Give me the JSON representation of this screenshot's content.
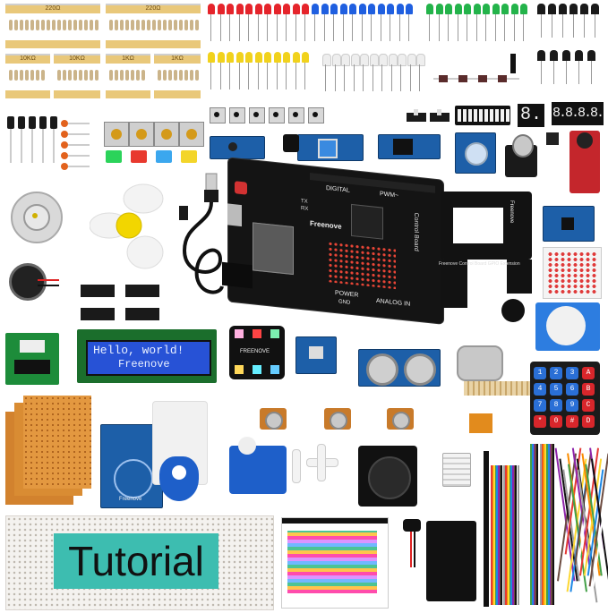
{
  "resistor_labels": [
    "220Ω",
    "220Ω",
    "10KΩ",
    "10KΩ",
    "1KΩ",
    "1KΩ"
  ],
  "lcd": {
    "line1": "Hello, world!",
    "line2": "Freenove"
  },
  "board": {
    "digital_label": "DIGITAL",
    "pwm_label": "PWM~",
    "brand": "Freenove",
    "side_label": "Control Board",
    "power_label": "POWER",
    "analog_label": "ANALOG IN",
    "gnd_label": "GND",
    "tx_label": "TX",
    "rx_label": "RX"
  },
  "extension_label": "Freenove Control Board GPIO Extension",
  "extension_brand": "Freenove",
  "rfid_brand": "Freenove",
  "color_module_brand": "FREENOVE",
  "keypad_keys": [
    "1",
    "2",
    "3",
    "A",
    "4",
    "5",
    "6",
    "B",
    "7",
    "8",
    "9",
    "C",
    "*",
    "0",
    "#",
    "D"
  ],
  "seven_seg_4": "8.8.8.8.",
  "seven_seg_1": "8.",
  "tutorial_label": "Tutorial",
  "colors": {
    "board": "#141414",
    "pcb_blue": "#1d5fa8",
    "led_red": "#e5242b",
    "led_blue": "#1f5fe0",
    "led_green": "#23b34a",
    "led_yellow": "#f1d21c",
    "tutorial_bg": "#3dbdb0",
    "keypad_blue": "#2a6fd6",
    "keypad_red": "#d8262b",
    "lcd_bg": "#2752d6"
  }
}
